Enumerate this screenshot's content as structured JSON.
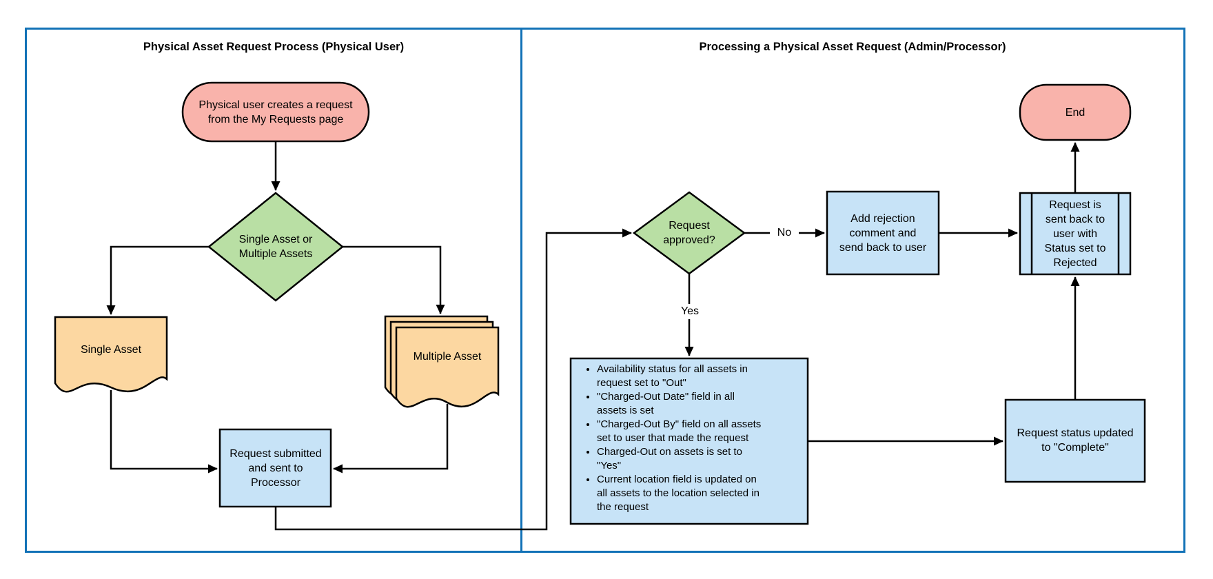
{
  "colors": {
    "panel_border": "#1272b7",
    "terminator_fill": "#f9b3ab",
    "decision_fill": "#b9dfa4",
    "document_fill": "#fcd7a1",
    "process_fill": "#c7e3f7",
    "shape_stroke": "#000000"
  },
  "panels": {
    "user": {
      "title": "Physical Asset Request Process (Physical User)"
    },
    "admin": {
      "title": "Processing a Physical Asset Request (Admin/Processor)"
    }
  },
  "nodes": {
    "start": "Physical user creates a request\nfrom the My Requests page",
    "asset_decision": "Single Asset or\nMultiple Assets",
    "single_asset": "Single Asset",
    "multiple_asset": "Multiple Asset",
    "submit": "Request submitted\nand sent to\nProcessor",
    "approved_decision": "Request\napproved?",
    "reject": "Add rejection\ncomment and\nsend back to user",
    "sent_back": "Request is\nsent back to\nuser with\nStatus set to\nRejected",
    "end": "End",
    "complete": "Request status updated\nto \"Complete\"",
    "approved_actions": [
      "Availability status for all assets in\nrequest set to \"Out\"",
      "\"Charged-Out Date\" field in all\nassets is set",
      "\"Charged-Out By\" field on all assets\nset to user that made the request",
      "Charged-Out on assets is set to\n\"Yes\"",
      "Current location field is updated on\nall assets to the location selected in\nthe request"
    ]
  },
  "edge_labels": {
    "no": "No",
    "yes": "Yes"
  }
}
